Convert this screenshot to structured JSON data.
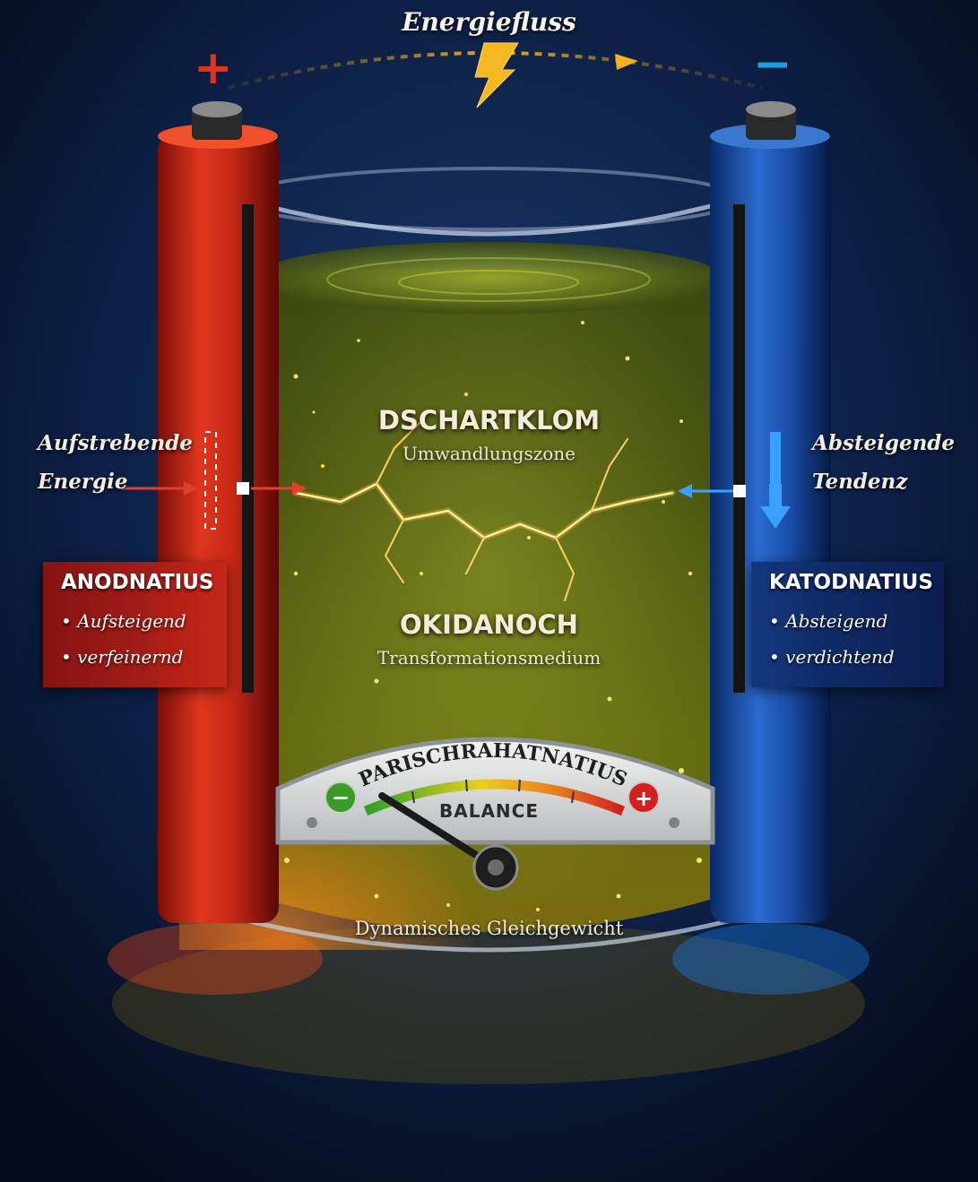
{
  "header": {
    "energy_flow_label": "Energiefluss",
    "plus_sign": "+",
    "minus_sign": "−"
  },
  "left_side": {
    "label_line1": "Aufstrebende",
    "label_line2": "Energie",
    "panel_title": "ANODNATIUS",
    "panel_items": [
      "Aufsteigend",
      "verfeinernd"
    ],
    "color": "#c8261a"
  },
  "right_side": {
    "label_line1": "Absteigende",
    "label_line2": "Tendenz",
    "panel_title": "KATODNATIUS",
    "panel_items": [
      "Absteigend",
      "verdichtend"
    ],
    "color": "#1a4fa0"
  },
  "center": {
    "zone1_title": "DSCHARTKLOM",
    "zone1_subtitle": "Umwandlungszone",
    "zone2_title": "OKIDANOCH",
    "zone2_subtitle": "Transformationsmedium",
    "liquid_color": "#7a8a10"
  },
  "gauge": {
    "arc_label": "PARISCHRAHATNATIUS",
    "center_label": "BALANCE",
    "minus_symbol": "−",
    "plus_symbol": "+",
    "needle_position": 0.05
  },
  "footer": {
    "caption": "Dynamisches Gleichgewicht"
  }
}
